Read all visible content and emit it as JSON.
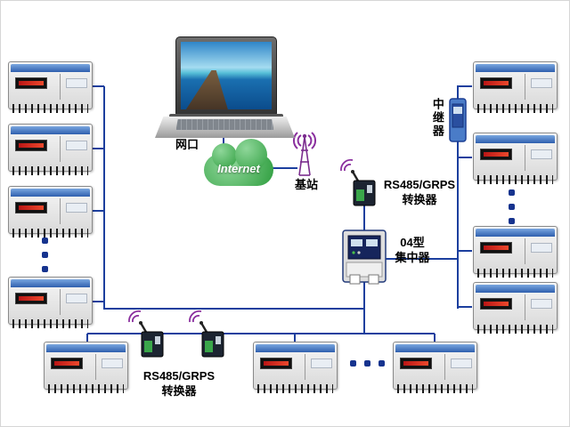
{
  "diagram": {
    "labels": {
      "network_port": "网口",
      "internet": "Internet",
      "base_station": "基站",
      "rs485_center": {
        "line1": "RS485/GRPS",
        "line2": "转换器"
      },
      "concentrator": {
        "line1": "04型",
        "line2": "集中器"
      },
      "repeater": "中继器",
      "rs485_bottom": {
        "line1": "RS485/GRPS",
        "line2": "转换器"
      }
    },
    "colors": {
      "wire_blue": "#1c3f9e",
      "cloud_green": "#2f9e3f",
      "antenna_purple": "#8a2f9e",
      "meter_header_blue": "#2f5fae",
      "display_red": "#d42a1a"
    }
  }
}
